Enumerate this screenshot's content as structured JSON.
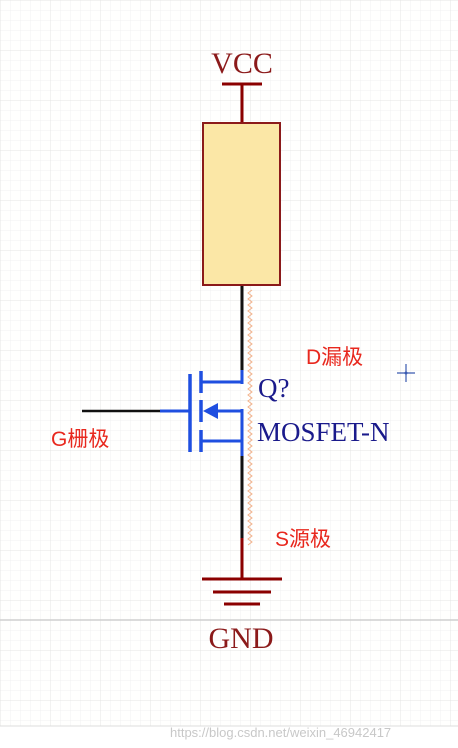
{
  "schematic": {
    "power_label": "VCC",
    "ground_label": "GND",
    "component_designator": "Q?",
    "component_type": "MOSFET-N",
    "drain_annotation": "D漏极",
    "gate_annotation": "G栅极",
    "source_annotation": "S源极",
    "watermark": "https://blog.csdn.net/weixin_46942417"
  },
  "colors": {
    "wire": "#8b0000",
    "black_wire": "#111111",
    "mosfet": "#1f4fe0",
    "resistor_fill": "#fbe7a6",
    "resistor_stroke": "#8b1a1a",
    "annotation": "#e8281e",
    "grid": "#eeeeee",
    "grid_major": "#e2e2e2",
    "cursor": "#3a5ab0"
  }
}
